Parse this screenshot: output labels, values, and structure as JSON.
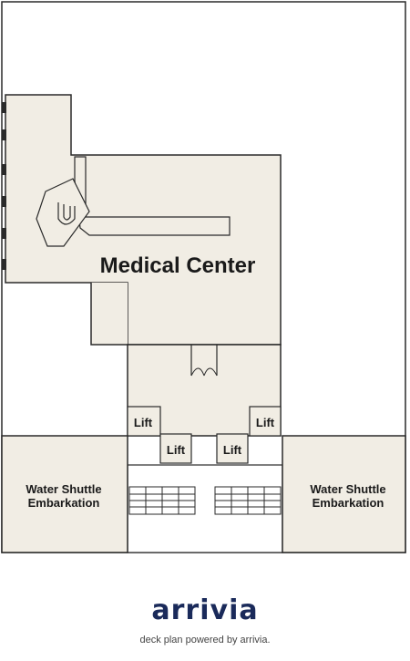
{
  "rooms": {
    "medical_center": "Medical Center",
    "water_shuttle_left": [
      "Water Shuttle",
      "Embarkation"
    ],
    "water_shuttle_right": [
      "Water Shuttle",
      "Embarkation"
    ],
    "lift_label": "Lift"
  },
  "colors": {
    "room_fill": "#f1ede4",
    "outline": "#2a2a2a",
    "background": "#ffffff",
    "brand": "#1a2a5a",
    "brand_accent": "#2ab3b8"
  },
  "footer": {
    "logo_text": "arrivia",
    "caption": "deck plan powered by arrivia."
  }
}
